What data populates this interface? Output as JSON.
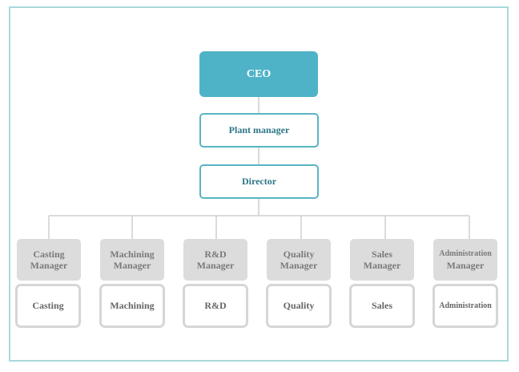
{
  "org_chart": {
    "ceo": "CEO",
    "plant_manager": "Plant manager",
    "director": "Director",
    "departments": [
      {
        "manager_line1": "Casting",
        "manager_line2": "Manager",
        "department": "Casting"
      },
      {
        "manager_line1": "Machining",
        "manager_line2": "Manager",
        "department": "Machining"
      },
      {
        "manager_line1": "R&D",
        "manager_line2": "Manager",
        "department": "R&D"
      },
      {
        "manager_line1": "Quality",
        "manager_line2": "Manager",
        "department": "Quality"
      },
      {
        "manager_line1": "Sales",
        "manager_line2": "Manager",
        "department": "Sales"
      },
      {
        "manager_line1": "Administration",
        "manager_line2": "Manager",
        "department": "Administration"
      }
    ]
  },
  "colors": {
    "ceo_fill": "#4fb3c8",
    "accent_border": "#5ab4c4",
    "manager_fill": "#dcdcdc",
    "frame_border": "#a9d9dc",
    "connector": "#d0d0d0"
  }
}
